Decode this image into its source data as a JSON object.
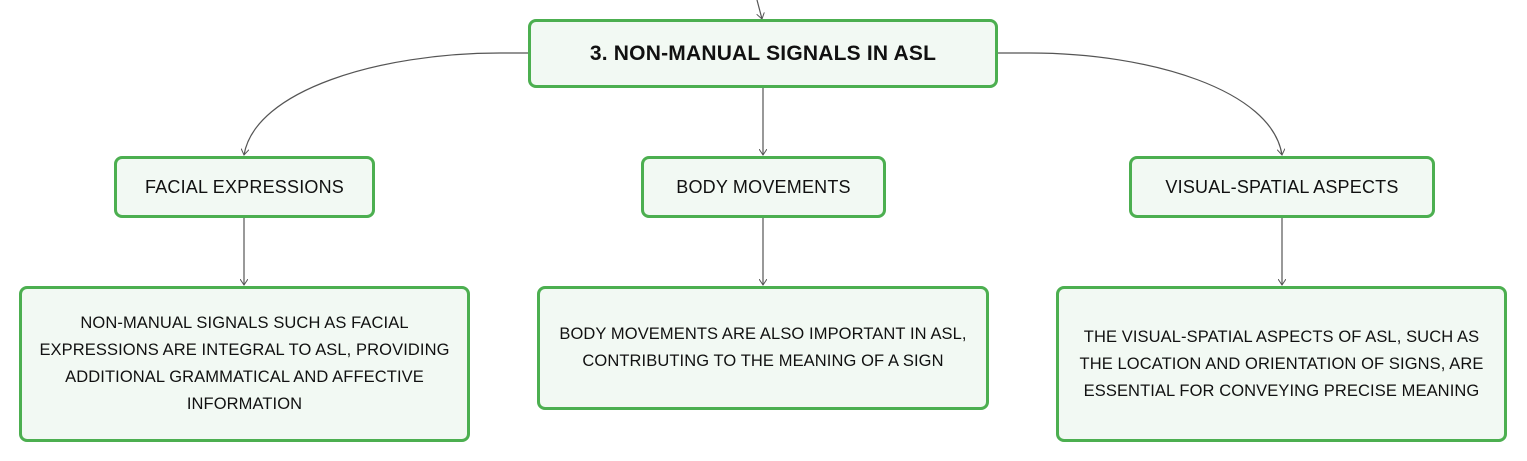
{
  "colors": {
    "node_border": "#4caf50",
    "node_fill": "#f2f9f3",
    "connector": "#555555",
    "text": "#111111"
  },
  "root": {
    "label": "3. NON-MANUAL SIGNALS IN ASL"
  },
  "branches": [
    {
      "label": "FACIAL EXPRESSIONS",
      "detail": "NON-MANUAL SIGNALS SUCH AS FACIAL EXPRESSIONS ARE INTEGRAL TO ASL, PROVIDING ADDITIONAL GRAMMATICAL AND AFFECTIVE INFORMATION"
    },
    {
      "label": "BODY MOVEMENTS",
      "detail": "BODY MOVEMENTS ARE ALSO IMPORTANT IN ASL, CONTRIBUTING TO THE MEANING OF A SIGN"
    },
    {
      "label": "VISUAL-SPATIAL ASPECTS",
      "detail": "THE VISUAL-SPATIAL ASPECTS OF ASL, SUCH AS THE LOCATION AND ORIENTATION OF SIGNS, ARE ESSENTIAL FOR CONVEYING PRECISE MEANING"
    }
  ]
}
